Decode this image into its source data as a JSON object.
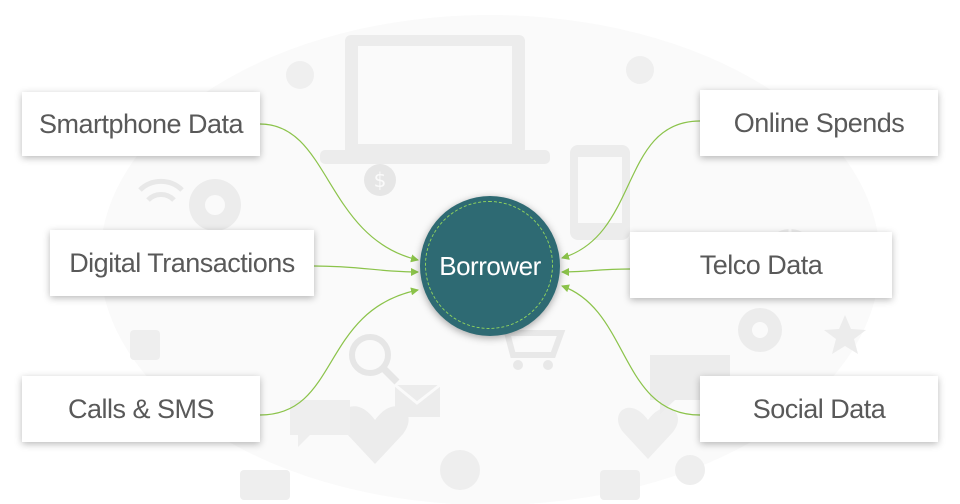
{
  "hub": {
    "label": "Borrower",
    "fill": "#2e6a73",
    "ring": "#8fd35e"
  },
  "sources": [
    {
      "id": "smartphone",
      "label": "Smartphone Data"
    },
    {
      "id": "digital",
      "label": "Digital Transactions"
    },
    {
      "id": "calls",
      "label": "Calls & SMS"
    },
    {
      "id": "online",
      "label": "Online Spends"
    },
    {
      "id": "telco",
      "label": "Telco Data"
    },
    {
      "id": "social",
      "label": "Social Data"
    }
  ],
  "colors": {
    "connector": "#8bc34a",
    "card_text": "#595959",
    "watermark": "#f2f2f2"
  },
  "background_icons": [
    "laptop-icon",
    "phone-icon",
    "heart-icon",
    "cart-icon",
    "gear-icon",
    "chat-icon",
    "mail-icon",
    "dollar-icon",
    "wifi-icon",
    "globe-icon",
    "search-icon",
    "star-icon"
  ]
}
